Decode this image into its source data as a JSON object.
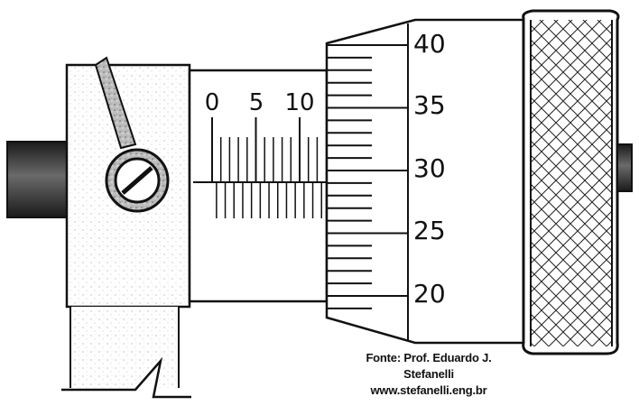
{
  "diagram": {
    "sleeve_scale_labels": [
      "0",
      "5",
      "10"
    ],
    "thimble_scale_labels": [
      "40",
      "35",
      "30",
      "25",
      "20"
    ]
  },
  "credit": {
    "line1": "Fonte: Prof. Eduardo J. Stefanelli",
    "line2": "www.stefanelli.eng.br"
  },
  "colors": {
    "ink": "#111111",
    "shade": "#9a9a9a",
    "background": "#ffffff"
  },
  "icons": {
    "lock_screw": "screw-icon",
    "ratchet": "ratchet-icon"
  }
}
